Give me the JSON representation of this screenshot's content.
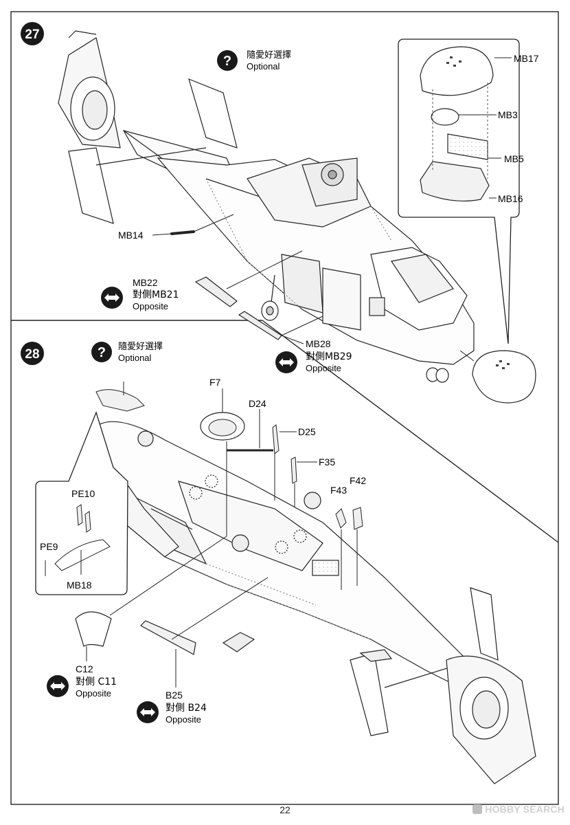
{
  "page_number": "22",
  "watermark": "HOBBY SEARCH",
  "steps": [
    {
      "number": "27",
      "optional_zh": "隨愛好選擇",
      "optional_en": "Optional",
      "parts": {
        "mb17": "MB17",
        "mb3": "MB3",
        "mb5": "MB5",
        "mb16": "MB16",
        "mb14": "MB14",
        "mb22": "MB22",
        "mb21": "對側MB21",
        "mb28": "MB28",
        "mb29": "對側MB29"
      },
      "opposite": "Opposite"
    },
    {
      "number": "28",
      "optional_zh": "隨愛好選擇",
      "optional_en": "Optional",
      "parts": {
        "f7": "F7",
        "d24": "D24",
        "d25": "D25",
        "f35": "F35",
        "f43": "F43",
        "f42": "F42",
        "pe10": "PE10",
        "pe9": "PE9",
        "mb18": "MB18",
        "c12": "C12",
        "c11": "對側 C11",
        "b25": "B25",
        "b24": "對側 B24"
      },
      "opposite": "Opposite"
    }
  ]
}
